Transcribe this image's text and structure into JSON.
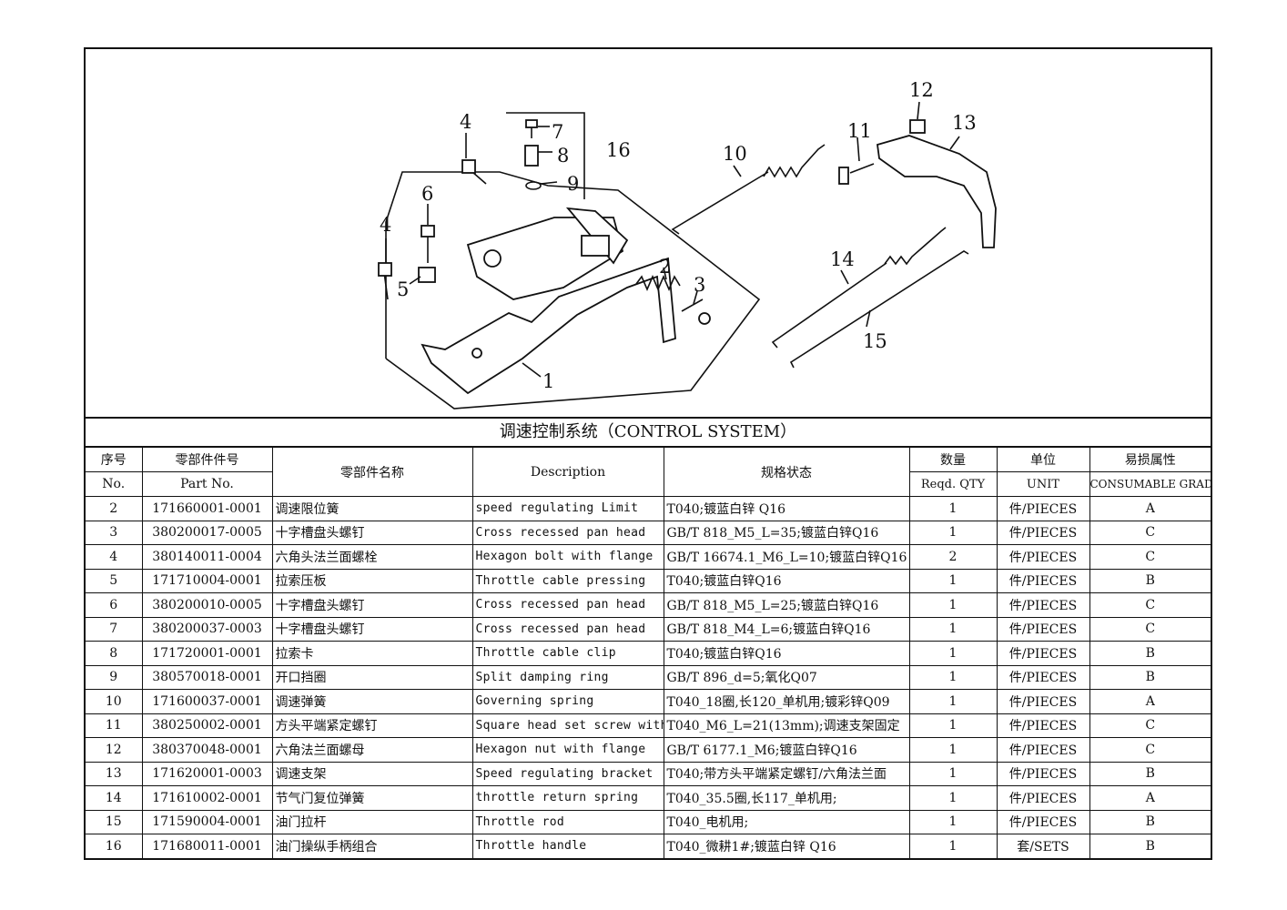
{
  "title": "调速控制系统（CONTROL SYSTEM）",
  "callouts": [
    "1",
    "2",
    "3",
    "4",
    "4",
    "5",
    "6",
    "7",
    "8",
    "9",
    "10",
    "11",
    "12",
    "13",
    "14",
    "15",
    "16"
  ],
  "headers": {
    "no_cn": "序号",
    "no_en": "No.",
    "part_cn": "零部件件号",
    "part_en": "Part No.",
    "name_cn": "零部件名称",
    "desc": "Description",
    "spec": "规格状态",
    "qty_cn": "数量",
    "qty_en": "Reqd. QTY",
    "unit_cn": "单位",
    "unit_en": "UNIT",
    "grade_cn": "易损属性",
    "grade_en": "CONSUMABLE GRADE"
  },
  "rows": [
    {
      "no": "2",
      "part": "171660001-0001",
      "name": "调速限位簧",
      "desc": "speed regulating Limit",
      "spec": "T040;镀蓝白锌 Q16",
      "qty": "1",
      "unit": "件/PIECES",
      "grade": "A"
    },
    {
      "no": "3",
      "part": "380200017-0005",
      "name": "十字槽盘头螺钉",
      "desc": "Cross recessed pan head",
      "spec": "GB/T 818_M5_L=35;镀蓝白锌Q16",
      "qty": "1",
      "unit": "件/PIECES",
      "grade": "C"
    },
    {
      "no": "4",
      "part": "380140011-0004",
      "name": "六角头法兰面螺栓",
      "desc": "Hexagon bolt with flange",
      "spec": "GB/T 16674.1_M6_L=10;镀蓝白锌Q16",
      "qty": "2",
      "unit": "件/PIECES",
      "grade": "C"
    },
    {
      "no": "5",
      "part": "171710004-0001",
      "name": "拉索压板",
      "desc": "Throttle cable pressing",
      "spec": "T040;镀蓝白锌Q16",
      "qty": "1",
      "unit": "件/PIECES",
      "grade": "B"
    },
    {
      "no": "6",
      "part": "380200010-0005",
      "name": "十字槽盘头螺钉",
      "desc": "Cross recessed pan head",
      "spec": "GB/T 818_M5_L=25;镀蓝白锌Q16",
      "qty": "1",
      "unit": "件/PIECES",
      "grade": "C"
    },
    {
      "no": "7",
      "part": "380200037-0003",
      "name": "十字槽盘头螺钉",
      "desc": "Cross recessed pan head",
      "spec": "GB/T 818_M4_L=6;镀蓝白锌Q16",
      "qty": "1",
      "unit": "件/PIECES",
      "grade": "C"
    },
    {
      "no": "8",
      "part": "171720001-0001",
      "name": "拉索卡",
      "desc": "Throttle cable clip",
      "spec": "T040;镀蓝白锌Q16",
      "qty": "1",
      "unit": "件/PIECES",
      "grade": "B"
    },
    {
      "no": "9",
      "part": "380570018-0001",
      "name": "开口挡圈",
      "desc": "Split damping ring",
      "spec": "GB/T 896_d=5;氧化Q07",
      "qty": "1",
      "unit": "件/PIECES",
      "grade": "B"
    },
    {
      "no": "10",
      "part": "171600037-0001",
      "name": "调速弹簧",
      "desc": "Governing spring",
      "spec": "T040_18圈,长120_单机用;镀彩锌Q09",
      "qty": "1",
      "unit": "件/PIECES",
      "grade": "A"
    },
    {
      "no": "11",
      "part": "380250002-0001",
      "name": "方头平端紧定螺钉",
      "desc": "Square head set screw with",
      "spec": "T040_M6_L=21(13mm);调速支架固定",
      "qty": "1",
      "unit": "件/PIECES",
      "grade": "C"
    },
    {
      "no": "12",
      "part": "380370048-0001",
      "name": "六角法兰面螺母",
      "desc": "Hexagon nut with flange",
      "spec": "GB/T 6177.1_M6;镀蓝白锌Q16",
      "qty": "1",
      "unit": "件/PIECES",
      "grade": "C"
    },
    {
      "no": "13",
      "part": "171620001-0003",
      "name": "调速支架",
      "desc": "Speed regulating bracket",
      "spec": "T040;带方头平端紧定螺钉/六角法兰面",
      "qty": "1",
      "unit": "件/PIECES",
      "grade": "B"
    },
    {
      "no": "14",
      "part": "171610002-0001",
      "name": "节气门复位弹簧",
      "desc": "throttle return spring",
      "spec": "T040_35.5圈,长117_单机用;",
      "qty": "1",
      "unit": "件/PIECES",
      "grade": "A"
    },
    {
      "no": "15",
      "part": "171590004-0001",
      "name": "油门拉杆",
      "desc": "Throttle rod",
      "spec": "T040_电机用;",
      "qty": "1",
      "unit": "件/PIECES",
      "grade": "B"
    },
    {
      "no": "16",
      "part": "171680011-0001",
      "name": "油门操纵手柄组合",
      "desc": "Throttle handle",
      "spec": "T040_微耕1#;镀蓝白锌 Q16",
      "qty": "1",
      "unit": "套/SETS",
      "grade": "B"
    }
  ]
}
